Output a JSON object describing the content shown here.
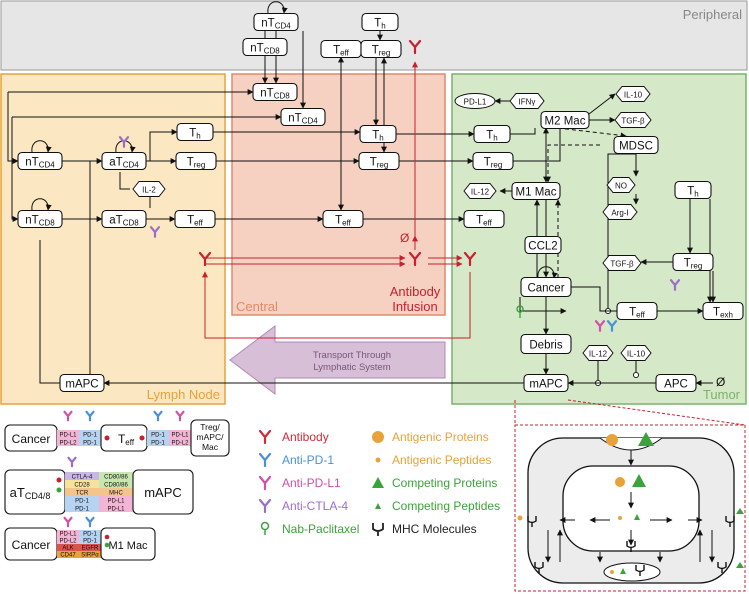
{
  "compartments": {
    "peripheral": "Peripheral",
    "central": "Central",
    "lymph": "Lymph Node",
    "tumor": "Tumor"
  },
  "transport": "Transport Through Lymphatic System",
  "antibody_infusion": "Antibody Infusion",
  "empty_set": "Ø",
  "nodes": {
    "p_nTCD4": {
      "base": "nT",
      "sub": "CD4"
    },
    "p_nTCD8": {
      "base": "nT",
      "sub": "CD8"
    },
    "p_Teff": {
      "base": "T",
      "sub": "eff"
    },
    "p_Th": {
      "base": "T",
      "sub": "h"
    },
    "p_Treg": {
      "base": "T",
      "sub": "reg"
    },
    "c_nTCD8": {
      "base": "nT",
      "sub": "CD8"
    },
    "c_nTCD4": {
      "base": "nT",
      "sub": "CD4"
    },
    "c_Th": {
      "base": "T",
      "sub": "h"
    },
    "c_Treg": {
      "base": "T",
      "sub": "reg"
    },
    "c_Teff": {
      "base": "T",
      "sub": "eff"
    },
    "l_nTCD4": {
      "base": "nT",
      "sub": "CD4"
    },
    "l_aTCD4": {
      "base": "aT",
      "sub": "CD4"
    },
    "l_nTCD8": {
      "base": "nT",
      "sub": "CD8"
    },
    "l_aTCD8": {
      "base": "aT",
      "sub": "CD8"
    },
    "l_Th": {
      "base": "T",
      "sub": "h"
    },
    "l_Treg": {
      "base": "T",
      "sub": "reg"
    },
    "l_Teff": {
      "base": "T",
      "sub": "eff"
    },
    "l_IL2": {
      "base": "IL-2",
      "sub": ""
    },
    "l_mAPC": {
      "base": "mAPC",
      "sub": ""
    },
    "t_Th": {
      "base": "T",
      "sub": "h"
    },
    "t_Treg": {
      "base": "T",
      "sub": "reg"
    },
    "t_Teff": {
      "base": "T",
      "sub": "eff"
    },
    "t_PDL1": {
      "base": "PD-L1",
      "sub": ""
    },
    "t_IFNy": {
      "base": "IFNγ",
      "sub": ""
    },
    "t_M2": {
      "base": "M2 Mac",
      "sub": ""
    },
    "t_IL10a": {
      "base": "IL-10",
      "sub": ""
    },
    "t_TGFBa": {
      "base": "TGF-β",
      "sub": ""
    },
    "t_MDSC": {
      "base": "MDSC",
      "sub": ""
    },
    "t_NO": {
      "base": "NO",
      "sub": ""
    },
    "t_ArgI": {
      "base": "Arg-I",
      "sub": ""
    },
    "t_Th2": {
      "base": "T",
      "sub": "h"
    },
    "t_TGFBb": {
      "base": "TGF-β",
      "sub": ""
    },
    "t_Treg2": {
      "base": "T",
      "sub": "reg"
    },
    "t_IL12a": {
      "base": "IL-12",
      "sub": ""
    },
    "t_M1": {
      "base": "M1 Mac",
      "sub": ""
    },
    "t_CCL2": {
      "base": "CCL2",
      "sub": ""
    },
    "t_Cancer": {
      "base": "Cancer",
      "sub": ""
    },
    "t_Teff2": {
      "base": "T",
      "sub": "eff"
    },
    "t_Texh": {
      "base": "T",
      "sub": "exh"
    },
    "t_Debris": {
      "base": "Debris",
      "sub": ""
    },
    "t_IL12b": {
      "base": "IL-12",
      "sub": ""
    },
    "t_IL10b": {
      "base": "IL-10",
      "sub": ""
    },
    "t_mAPC": {
      "base": "mAPC",
      "sub": ""
    },
    "t_APC": {
      "base": "APC",
      "sub": ""
    }
  },
  "legend": {
    "antibody": {
      "label": "Antibody",
      "color": "#d12b3a"
    },
    "pd1": {
      "label": "Anti-PD-1",
      "color": "#4a90d9"
    },
    "pdl1": {
      "label": "Anti-PD-L1",
      "color": "#d44fa6"
    },
    "ctla4": {
      "label": "Anti-CTLA-4",
      "color": "#9b6fc9"
    },
    "nab": {
      "label": "Nab-Paclitaxel",
      "color": "#3aa33a"
    },
    "antigenic_proteins": {
      "label": "Antigenic Proteins",
      "color": "#e8a23a"
    },
    "antigenic_peptides": {
      "label": "Antigenic Peptides",
      "color": "#e8a23a"
    },
    "competing_proteins": {
      "label": "Competing Proteins",
      "color": "#3aa33a"
    },
    "competing_peptides": {
      "label": "Competing Peptides",
      "color": "#3aa33a"
    },
    "mhc": {
      "label": "MHC Molecules",
      "color": "#222222"
    }
  },
  "synapses": {
    "s1": {
      "left": "Cancer",
      "right_base": "T",
      "right_sub": "eff",
      "far": "Treg/\nmAPC/\nMac",
      "left_rows": [
        "PD-L1",
        "PD-L2"
      ],
      "mid_rows": [
        "PD-1",
        "PD-1"
      ],
      "right_rows": [
        "PD-1",
        "PD-1"
      ],
      "far_rows": [
        "PD-L1",
        "PD-L2"
      ]
    },
    "s2": {
      "left_base": "aT",
      "left_sub": "CD4/8",
      "right": "mAPC",
      "rows_left": [
        "CTLA-4",
        "CD28",
        "TCR",
        "PD-1",
        "PD-1"
      ],
      "rows_right": [
        "CD80/86",
        "CD80/86",
        "MHC",
        "PD-L1",
        "PD-L1"
      ]
    },
    "s3": {
      "left": "Cancer",
      "right": "M1 Mac",
      "rows_left": [
        "PD-L1",
        "PD-L2",
        "ALK",
        "CD47"
      ],
      "rows_right": [
        "PD-1",
        "PD-1",
        "EGFR",
        "SIRPα"
      ]
    }
  },
  "colors": {
    "peripheral_fill": "#e6e6e6",
    "lymph_fill": "#fbe7c2",
    "lymph_border": "#e8a23a",
    "central_fill": "#f6d0c0",
    "central_border": "#e08a6a",
    "tumor_fill": "#d5e8c8",
    "tumor_border": "#7bb36b",
    "transport_fill": "#d8bfd8",
    "red": "#c8202f"
  }
}
